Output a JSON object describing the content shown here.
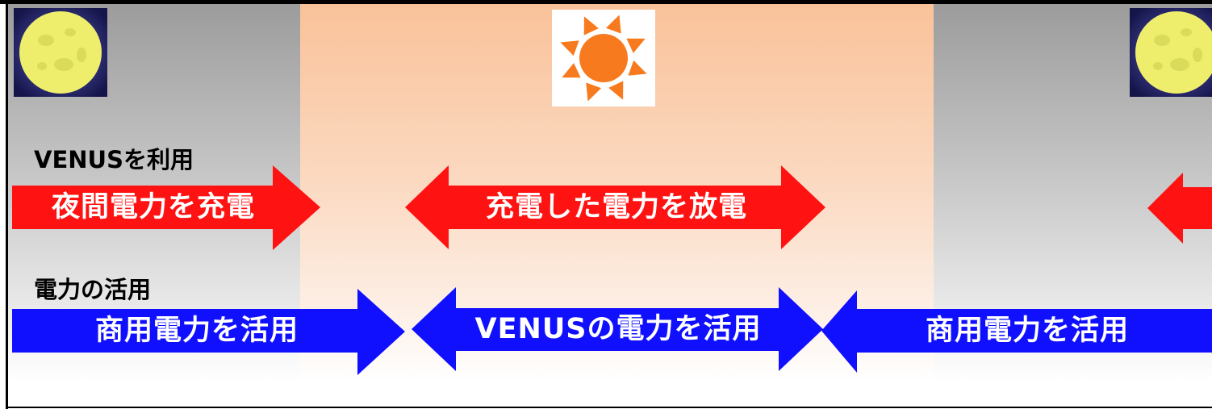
{
  "colors": {
    "frame": "#000000",
    "night_band": "#9c9c9c",
    "day_band": "#f9c29a",
    "charge_arrow": "#ff1212",
    "usage_arrow": "#1010ff",
    "arrow_text": "#ffffff",
    "label_text": "#000000",
    "moon": "#eeee6c",
    "moon_sky": "#15154a",
    "sun": "#f77a1f"
  },
  "icons": {
    "night": "moon-icon",
    "day": "sun-icon"
  },
  "rows": [
    {
      "label": "VENUSを利用",
      "arrows": [
        "夜間電力を充電",
        "充電した電力を放電"
      ]
    },
    {
      "label": "電力の活用",
      "arrows": [
        "商用電力を活用",
        "VENUSの電力を活用",
        "商用電力を活用"
      ]
    }
  ]
}
